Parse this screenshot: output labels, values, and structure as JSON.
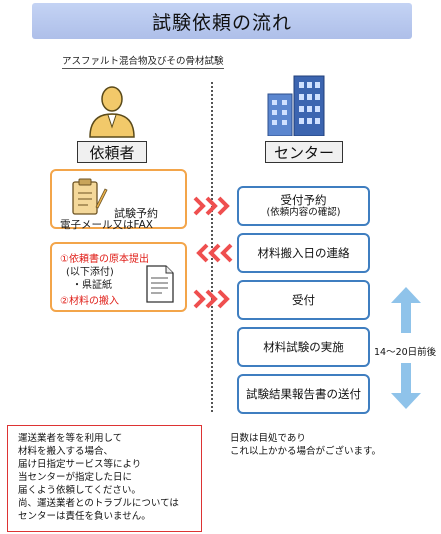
{
  "title": "試験依頼の流れ",
  "subtitle": "アスファルト混合物及びその骨材試験",
  "left_label": "依頼者",
  "right_label": "センター",
  "client_steps": {
    "step1_title": "試験予約",
    "step1_method": "電子メール又はFAX",
    "step2_item1": "①依頼書の原本提出",
    "step2_note": "(以下添付)",
    "step2_attach": "・県証紙",
    "step2_item2": "②材料の搬入"
  },
  "center_steps": [
    {
      "label": "受付予約",
      "sub": "(依頼内容の確認)"
    },
    {
      "label": "材料搬入日の連絡",
      "sub": ""
    },
    {
      "label": "受付",
      "sub": ""
    },
    {
      "label": "材料試験の実施",
      "sub": ""
    },
    {
      "label": "試験結果報告書の送付",
      "sub": ""
    }
  ],
  "duration_label": "14～20日前後",
  "notes_left": [
    "運送業者を等を利用して",
    "材料を搬入する場合、",
    "届け日指定サービス等により",
    "当センターが指定した日に",
    "届くよう依頼してください。",
    "尚、運送業者とのトラブルについては",
    "センターは責任を負いません。"
  ],
  "notes_right": [
    "日数は目処であり",
    "これ以上かかる場合がございます。"
  ],
  "colors": {
    "title_bg": "#b8c8ee",
    "client_border": "#f3a54a",
    "center_border": "#3f7ec0",
    "chevron": "#ef4f4f",
    "double_arrow": "#8fc3ea",
    "person_icon": "#f2c96a",
    "building_icon": "#3c65b0",
    "warning_border": "#dd3333",
    "highlight_text": "#e0201a"
  },
  "icons": [
    "person-icon",
    "building-icon",
    "clipboard-icon",
    "document-icon",
    "chevron-right-icon",
    "chevron-left-icon",
    "double-arrow-icon"
  ]
}
